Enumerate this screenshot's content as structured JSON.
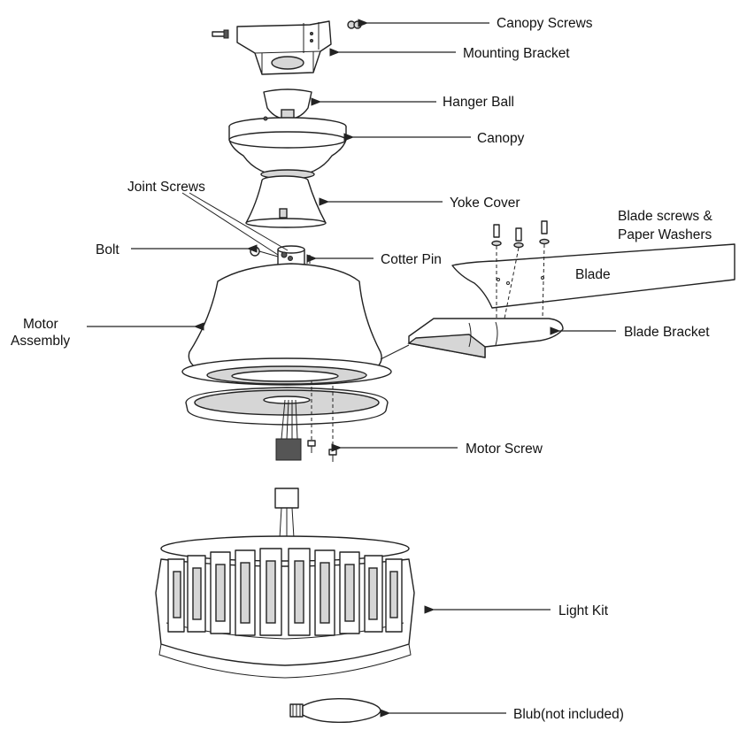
{
  "labels": {
    "canopy_screws": "Canopy Screws",
    "mounting_bracket": "Mounting Bracket",
    "hanger_ball": "Hanger Ball",
    "canopy": "Canopy",
    "joint_screws": "Joint Screws",
    "yoke_cover": "Yoke Cover",
    "blade_screws_line1": "Blade screws &",
    "blade_screws_line2": "Paper Washers",
    "bolt": "Bolt",
    "cotter_pin": "Cotter Pin",
    "blade": "Blade",
    "motor_assembly_line1": "Motor",
    "motor_assembly_line2": "Assembly",
    "blade_bracket": "Blade Bracket",
    "motor_screw": "Motor Screw",
    "light_kit": "Light Kit",
    "bulb": "Blub(not included)"
  }
}
